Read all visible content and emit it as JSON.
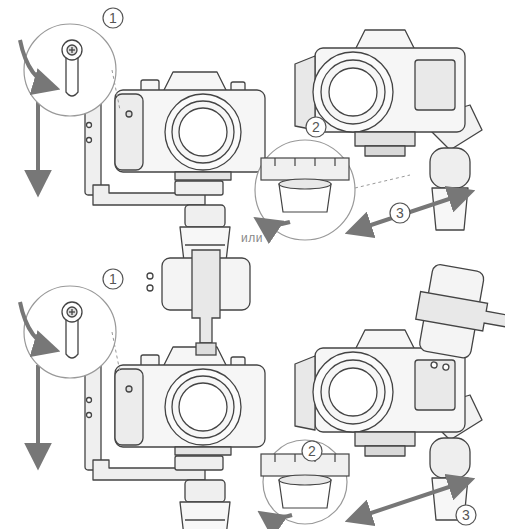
{
  "diagram": {
    "labels": [
      "1",
      "2",
      "3",
      "или",
      "1",
      "2",
      "3"
    ]
  }
}
